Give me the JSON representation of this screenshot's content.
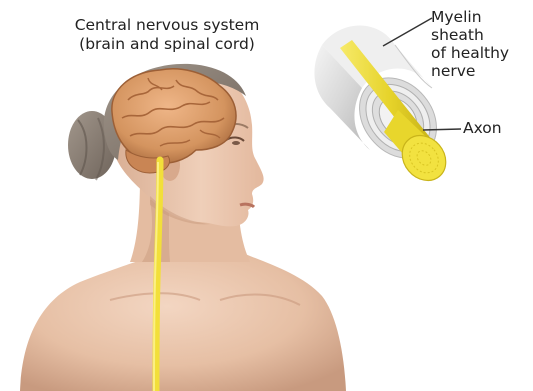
{
  "labels": {
    "cns_line1": "Central nervous system",
    "cns_line2": "(brain and spinal cord)",
    "myelin_line1": "Myelin",
    "myelin_line2": "sheath",
    "myelin_line3": "of healthy",
    "myelin_line4": "nerve",
    "axon": "Axon"
  },
  "colors": {
    "skin": "#e8c2a8",
    "skin_shadow": "#c99a7e",
    "hair": "#8c7f74",
    "brain": "#d99a6c",
    "brain_dark": "#b06e44",
    "spinal_cord": "#f2df3a",
    "myelin": "#d9d9d9",
    "axon": "#eedd30"
  }
}
